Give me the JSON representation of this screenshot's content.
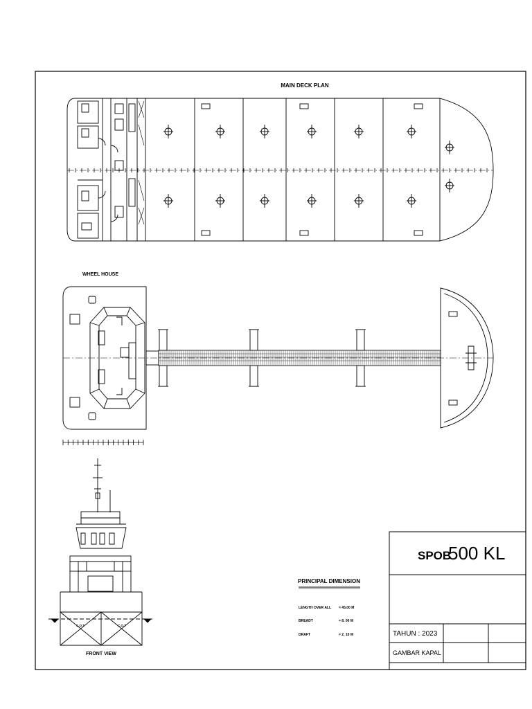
{
  "drawing": {
    "main_deck_title": "MAIN DECK PLAN",
    "wheel_house_title": "WHEEL HOUSE",
    "front_view_title": "FRONT VIEW",
    "principal_dimension": {
      "title": "PRINCIPAL DIMENSION",
      "rows": [
        {
          "label": "LENGTH OVER ALL",
          "value": "= 45.00 M"
        },
        {
          "label": "BREADT",
          "value": "= 8. 00 M"
        },
        {
          "label": "DRAFT",
          "value": "= 2. 10 M"
        }
      ]
    },
    "title_block": {
      "project_prefix": "SPOB",
      "project_suffix": "500 KL",
      "year_label": "TAHUN : 2023",
      "drawing_label": "GAMBAR KAPAL"
    },
    "tank_labels": {
      "left": "C.O.T",
      "right": "C.O.T"
    },
    "colors": {
      "line": "#000000",
      "paper": "#ffffff"
    }
  }
}
